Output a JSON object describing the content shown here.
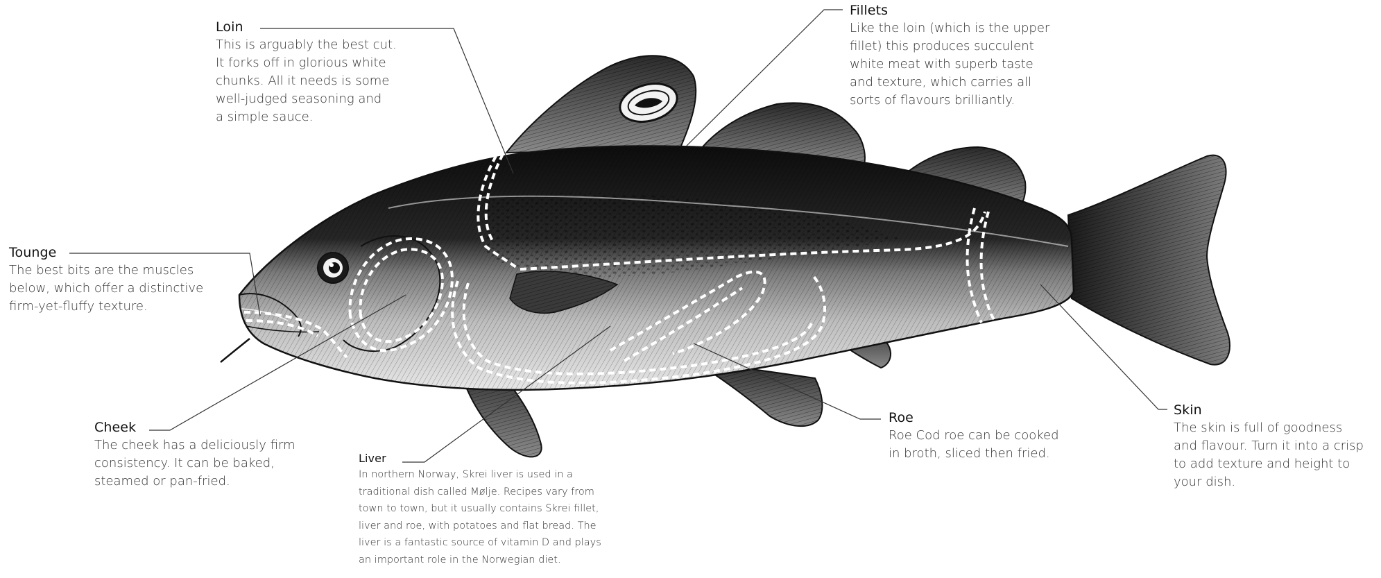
{
  "labels": {
    "loin": {
      "title": "Loin",
      "lines": [
        "This is arguably the best cut.",
        "It forks off in glorious white",
        "chunks. All it needs is some",
        "well-judged seasoning and",
        "a simple sauce."
      ]
    },
    "fillets": {
      "title": "Fillets",
      "lines": [
        "Like the loin (which is the upper",
        "fillet) this produces succulent",
        "white meat with superb taste",
        "and texture, which carries all",
        "sorts of flavours brilliantly."
      ]
    },
    "tounge": {
      "title": "Tounge",
      "lines": [
        "The best bits are the muscles",
        "below, which offer a distinctive",
        "firm-yet-fluffy texture."
      ]
    },
    "cheek": {
      "title": "Cheek",
      "lines": [
        "The cheek has a deliciously firm",
        "consistency. It can be baked,",
        "steamed or pan-fried."
      ]
    },
    "liver": {
      "title": "Liver",
      "lines": [
        "In northern Norway, Skrei liver is used in a",
        "traditional dish called Mølje. Recipes vary from",
        "town to town, but it usually contains Skrei fillet,",
        "liver and roe, with potatoes and flat bread. The",
        "liver is a fantastic source of vitamin D and plays",
        "an important role in the Norwegian diet."
      ]
    },
    "roe": {
      "title": "Roe",
      "lines": [
        "Roe Cod roe can be cooked",
        "in broth, sliced then fried."
      ]
    },
    "skin": {
      "title": "Skin",
      "lines": [
        "The skin is full of goodness",
        "and flavour. Turn it into a crisp",
        "to add texture and height to",
        "your dish."
      ]
    }
  },
  "colors": {
    "ink": "#111111",
    "text": "#333333",
    "fish_dark": "#1a1a1a",
    "fish_mid": "#6e6e6e",
    "fish_light": "#d8d8d8"
  }
}
